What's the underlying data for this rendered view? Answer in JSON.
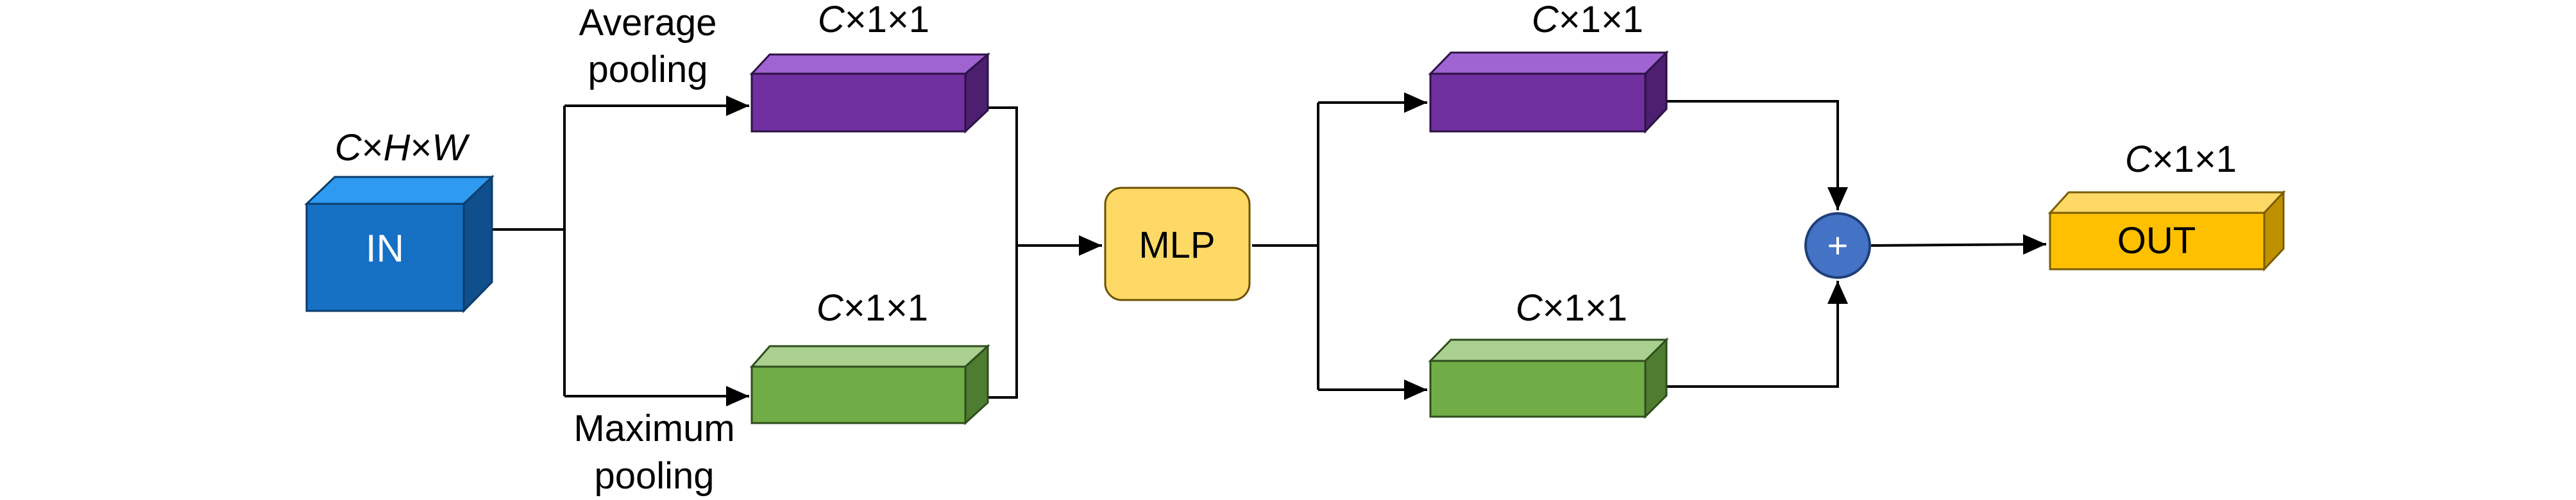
{
  "colors": {
    "in_front": "#1670c4",
    "in_top": "#2e9af0",
    "in_side": "#0f4f8c",
    "purple_front": "#7030a0",
    "purple_top": "#a064d2",
    "purple_side": "#4c1f70",
    "green_front": "#70ad47",
    "green_top": "#a9d08e",
    "green_side": "#4e7c31",
    "mlp_fill": "#ffd966",
    "mlp_stroke": "#c59a00",
    "out_front": "#ffc000",
    "out_top": "#ffd966",
    "out_side": "#bf9000",
    "plus_fill": "#4472c4",
    "plus_stroke": "#1f3f7a"
  },
  "input": {
    "label": "IN",
    "dim": {
      "c": "C",
      "x1": "×",
      "h": "H",
      "x2": "×",
      "w": "W"
    }
  },
  "branch_avg": {
    "label_line1": "Average",
    "label_line2": "pooling",
    "dim": {
      "c": "C",
      "rest": "×1×1"
    }
  },
  "branch_max": {
    "label_line1": "Maximum",
    "label_line2": "pooling",
    "dim": {
      "c": "C",
      "rest": "×1×1"
    }
  },
  "mlp": {
    "label": "MLP"
  },
  "mlp_out_top": {
    "dim": {
      "c": "C",
      "rest": "×1×1"
    }
  },
  "mlp_out_bottom": {
    "dim": {
      "c": "C",
      "rest": "×1×1"
    }
  },
  "add": {
    "symbol": "+"
  },
  "output": {
    "label": "OUT",
    "dim": {
      "c": "C",
      "rest": "×1×1"
    }
  }
}
